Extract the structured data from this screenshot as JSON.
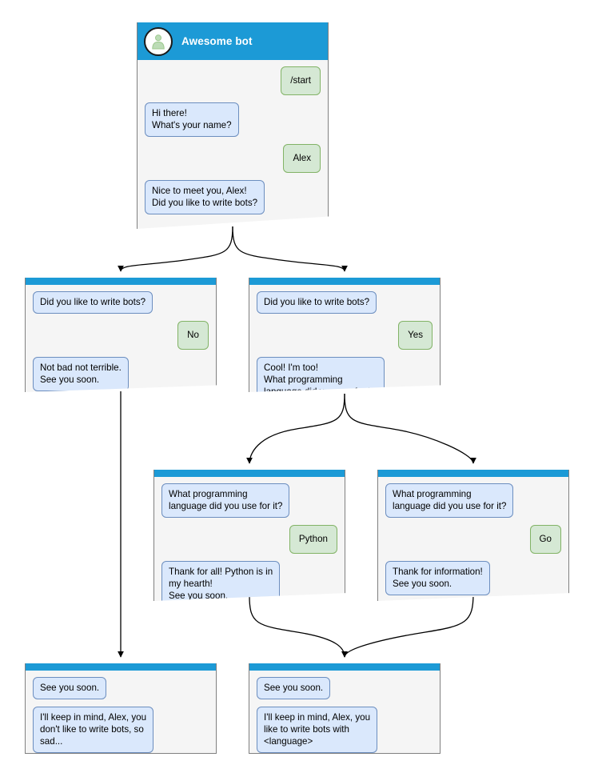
{
  "diagram": {
    "title": "Awesome bot conversation flow",
    "colors": {
      "header_blue": "#1c9ad6",
      "node_background": "#f5f5f5",
      "node_border": "#808080",
      "bot_bubble_fill": "#dae8fc",
      "bot_bubble_border": "#6c8ebf",
      "user_bubble_fill": "#d5e8d4",
      "user_bubble_border": "#82b366",
      "edge_stroke": "#000000",
      "canvas": "#ffffff"
    }
  },
  "nodes": {
    "root": {
      "header_title": "Awesome bot",
      "avatar_icon": "person-avatar-icon",
      "messages": [
        {
          "from": "user",
          "text": "/start"
        },
        {
          "from": "bot",
          "text": "Hi there!\nWhat's your name?"
        },
        {
          "from": "user",
          "text": "Alex"
        },
        {
          "from": "bot",
          "text": "Nice to meet you, Alex!\nDid you like to write bots?"
        }
      ]
    },
    "no_branch": {
      "messages": [
        {
          "from": "bot",
          "text": "Did you like to write bots?"
        },
        {
          "from": "user",
          "text": "No"
        },
        {
          "from": "bot",
          "text": "Not bad not terrible.\nSee you soon."
        }
      ]
    },
    "yes_branch": {
      "messages": [
        {
          "from": "bot",
          "text": "Did you like to write bots?"
        },
        {
          "from": "user",
          "text": "Yes"
        },
        {
          "from": "bot",
          "text": "Cool! I'm too!\nWhat programming\nlanguage did you use for it?"
        }
      ]
    },
    "python_branch": {
      "messages": [
        {
          "from": "bot",
          "text": "What programming\nlanguage did you use for it?"
        },
        {
          "from": "user",
          "text": "Python"
        },
        {
          "from": "bot",
          "text": "Thank for all! Python is in\nmy hearth!\nSee you soon."
        }
      ]
    },
    "go_branch": {
      "messages": [
        {
          "from": "bot",
          "text": "What programming\nlanguage did you use for it?"
        },
        {
          "from": "user",
          "text": "Go"
        },
        {
          "from": "bot",
          "text": "Thank for information!\nSee you soon."
        }
      ]
    },
    "end_sad": {
      "messages": [
        {
          "from": "bot",
          "text": "See you soon."
        },
        {
          "from": "bot",
          "text": "I'll keep in mind, Alex, you\ndon't like to write bots, so\nsad..."
        }
      ]
    },
    "end_happy": {
      "messages": [
        {
          "from": "bot",
          "text": "See you soon."
        },
        {
          "from": "bot",
          "text": "I'll keep in mind, Alex, you\nlike to write bots with\n<language>"
        }
      ]
    }
  }
}
